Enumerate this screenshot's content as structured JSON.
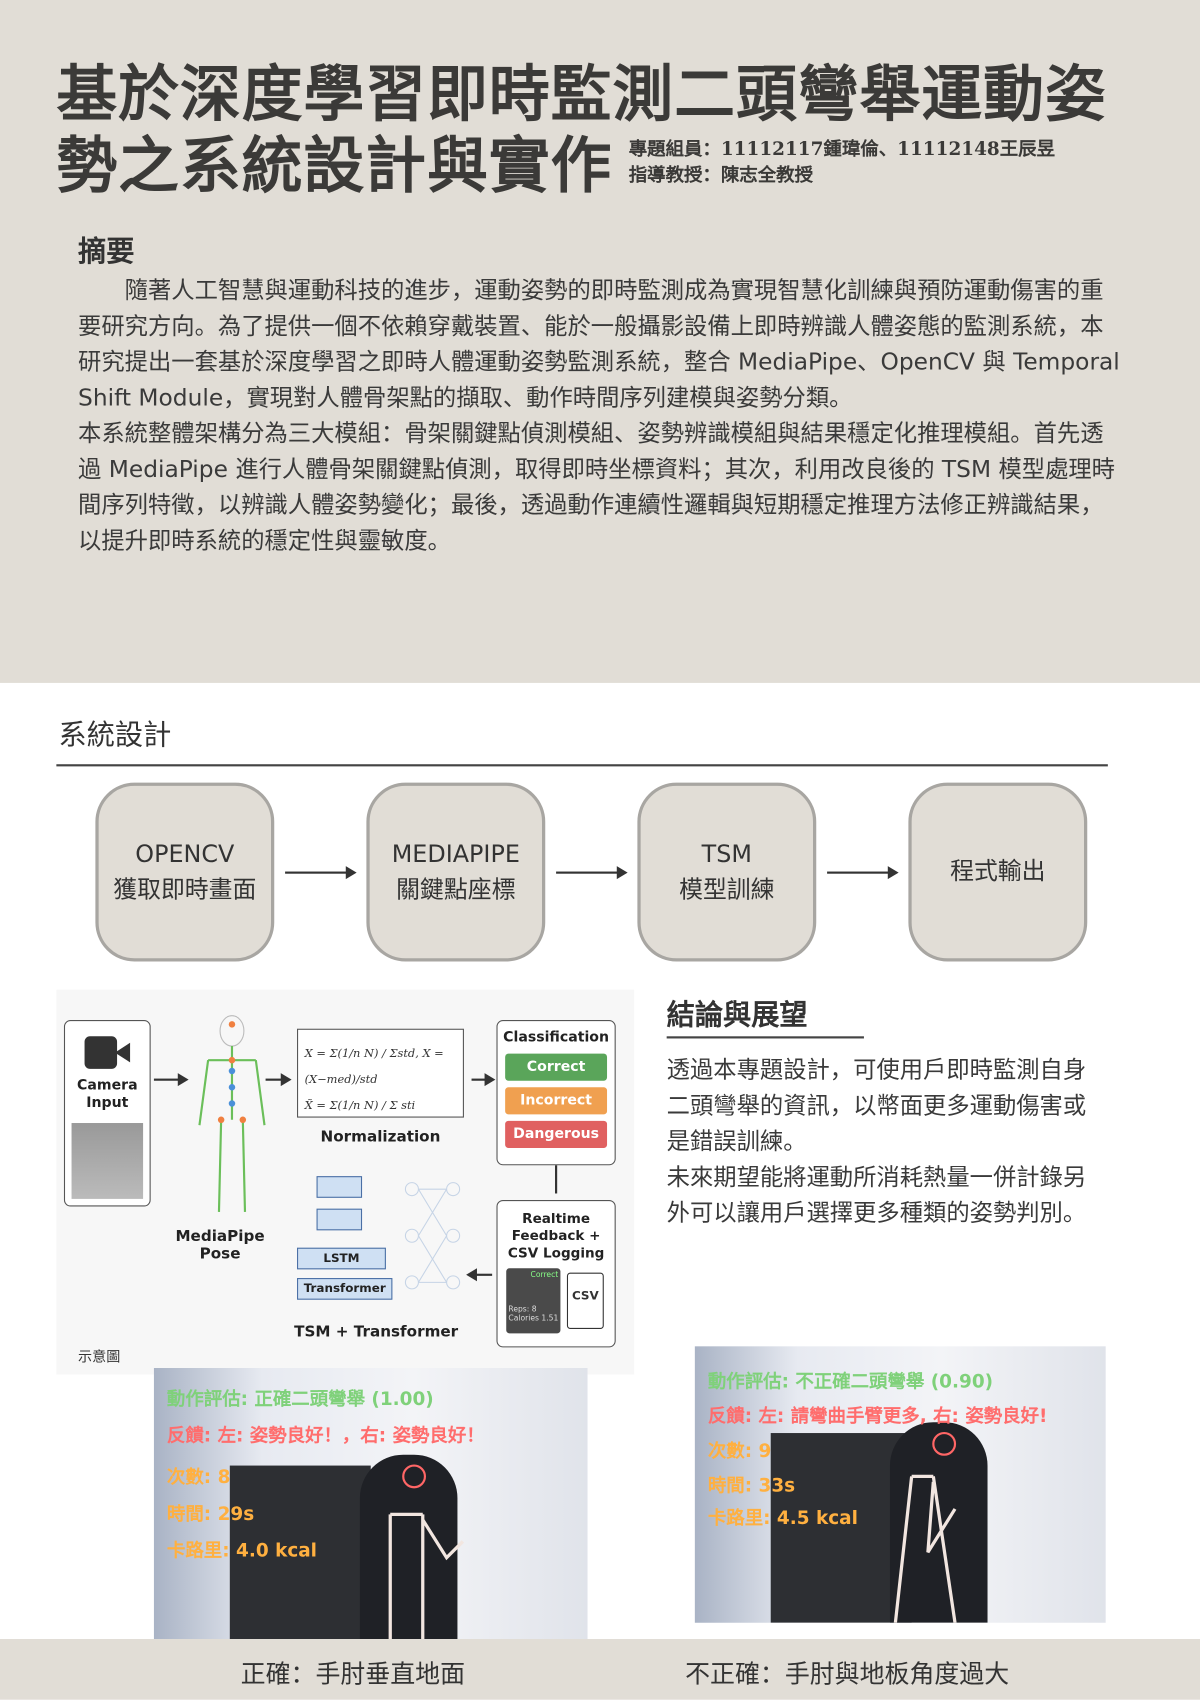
{
  "header": {
    "title_line1": "基於深度學習即時監測二頭彎舉運動姿",
    "title_line2": "勢之系統設計與實作",
    "members": "專題組員：11112117鍾瑋倫、11112148王辰昱",
    "advisor": "指導教授：陳志全教授"
  },
  "abstract": {
    "heading": "摘要",
    "p1": "　　隨著人工智慧與運動科技的進步，運動姿勢的即時監測成為實現智慧化訓練與預防運動傷害的重要研究方向。為了提供一個不依賴穿戴裝置、能於一般攝影設備上即時辨識人體姿態的監測系統，本研究提出一套基於深度學習之即時人體運動姿勢監測系統，整合 MediaPipe、OpenCV 與 Temporal Shift Module，實現對人體骨架點的擷取、動作時間序列建模與姿勢分類。",
    "p2": "本系統整體架構分為三大模組：骨架關鍵點偵測模組、姿勢辨識模組與結果穩定化推理模組。首先透過 MediaPipe 進行人體骨架關鍵點偵測，取得即時坐標資料；其次，利用改良後的 TSM 模型處理時間序列特徵，以辨識人體姿勢變化；最後，透過動作連續性邏輯與短期穩定推理方法修正辨識結果，以提升即時系統的穩定性與靈敏度。"
  },
  "system_design": {
    "heading": "系統設計",
    "steps": [
      {
        "line1": "OPENCV",
        "line2": "獲取即時畫面"
      },
      {
        "line1": "MEDIAPIPE",
        "line2": "關鍵點座標"
      },
      {
        "line1": "TSM",
        "line2": "模型訓練"
      },
      {
        "line1": "程式輸出",
        "line2": ""
      }
    ]
  },
  "diagram": {
    "camera": "Camera Input",
    "pose": "MediaPipe Pose",
    "normalization": "Normalization",
    "classification": "Classification",
    "classes": [
      "Correct",
      "Incorrect",
      "Dangerous"
    ],
    "class_colors": [
      "#5aa55a",
      "#f0a050",
      "#e06060"
    ],
    "feedback": "Realtime Feedback + CSV Logging",
    "lstm": "LSTM",
    "transformer": "Transformer",
    "tsm": "TSM + Transformer",
    "thumb_label": "Correct",
    "thumb_reps": "Reps:",
    "thumb_reps_val": "8",
    "thumb_cal": "Calories",
    "thumb_cal_val": "1.51",
    "csv": "CSV",
    "formula1": "X = Σ(1/n N) / Σstd,  X = (X−med)/std",
    "formula2": "X̃ = Σ(1/n N) / Σ sti",
    "caption": "示意圖"
  },
  "conclusion": {
    "heading": "結論與展望",
    "p1": "透過本專題設計，可使用戶即時監測自身二頭彎舉的資訊，以幣面更多運動傷害或是錯誤訓練。",
    "p2": "未來期望能將運動所消耗熱量一併計錄另外可以讓用戶選擇更多種類的姿勢判別。"
  },
  "photos": [
    {
      "eval": "動作評估: 正確二頭彎舉 (1.00)",
      "feedback": "反饋: 左: 姿勢良好！，右: 姿勢良好！",
      "reps": "次數: 8",
      "time": "時間: 29s",
      "cal": "卡路里: 4.0 kcal",
      "caption": "正確：手肘垂直地面"
    },
    {
      "eval": "動作評估: 不正確二頭彎舉 (0.90)",
      "feedback": "反饋: 左: 請彎曲手臂更多, 右: 姿勢良好!",
      "reps": "次數: 9",
      "time": "時間: 33s",
      "cal": "卡路里: 4.5 kcal",
      "caption": "不正確：手肘與地板角度過大"
    }
  ]
}
